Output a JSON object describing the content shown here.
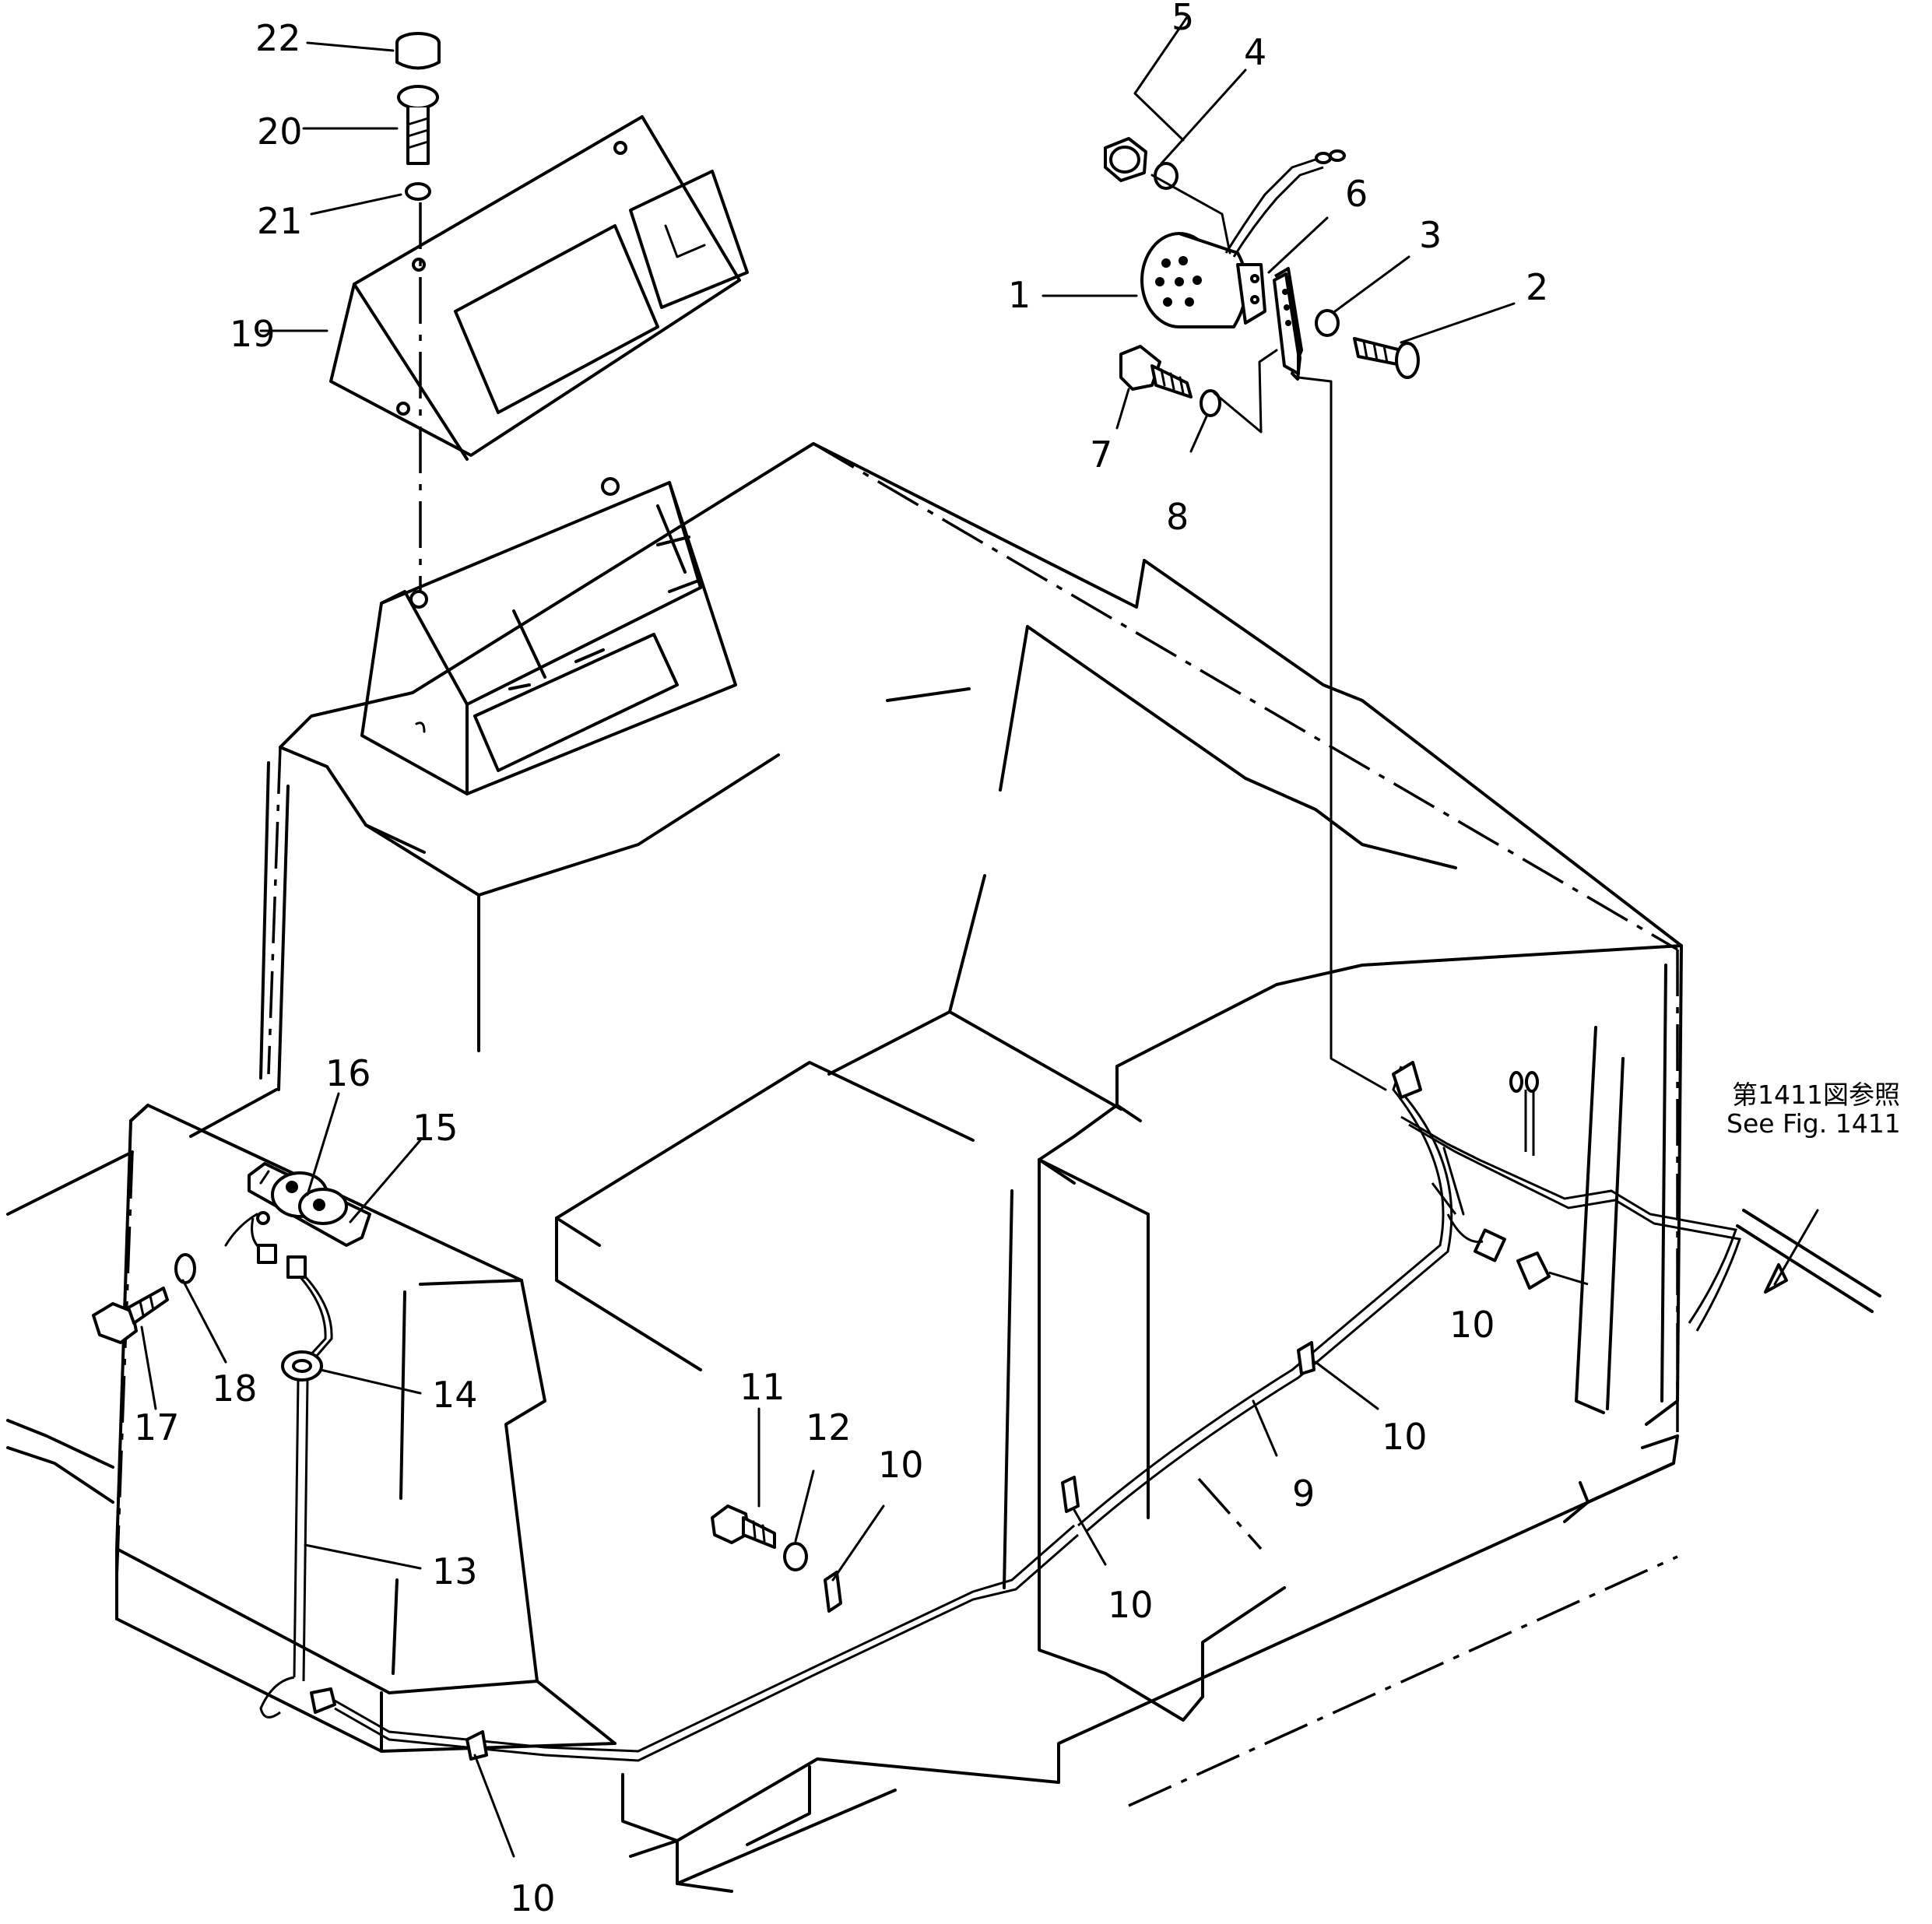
{
  "figure": {
    "callouts": [
      {
        "id": "c1",
        "text": "1"
      },
      {
        "id": "c2",
        "text": "2"
      },
      {
        "id": "c3",
        "text": "3"
      },
      {
        "id": "c4",
        "text": "4"
      },
      {
        "id": "c5",
        "text": "5"
      },
      {
        "id": "c6",
        "text": "6"
      },
      {
        "id": "c7",
        "text": "7"
      },
      {
        "id": "c8",
        "text": "8"
      },
      {
        "id": "c9",
        "text": "9"
      },
      {
        "id": "c10a",
        "text": "10"
      },
      {
        "id": "c10b",
        "text": "10"
      },
      {
        "id": "c10c",
        "text": "10"
      },
      {
        "id": "c10d",
        "text": "10"
      },
      {
        "id": "c10e",
        "text": "10"
      },
      {
        "id": "c11",
        "text": "11"
      },
      {
        "id": "c12",
        "text": "12"
      },
      {
        "id": "c13",
        "text": "13"
      },
      {
        "id": "c14",
        "text": "14"
      },
      {
        "id": "c15",
        "text": "15"
      },
      {
        "id": "c16",
        "text": "16"
      },
      {
        "id": "c17",
        "text": "17"
      },
      {
        "id": "c18",
        "text": "18"
      },
      {
        "id": "c19",
        "text": "19"
      },
      {
        "id": "c20",
        "text": "20"
      },
      {
        "id": "c21",
        "text": "21"
      },
      {
        "id": "c22",
        "text": "22"
      }
    ],
    "reference": {
      "line1": "第1411図参照",
      "line2": "See Fig. 1411"
    }
  }
}
